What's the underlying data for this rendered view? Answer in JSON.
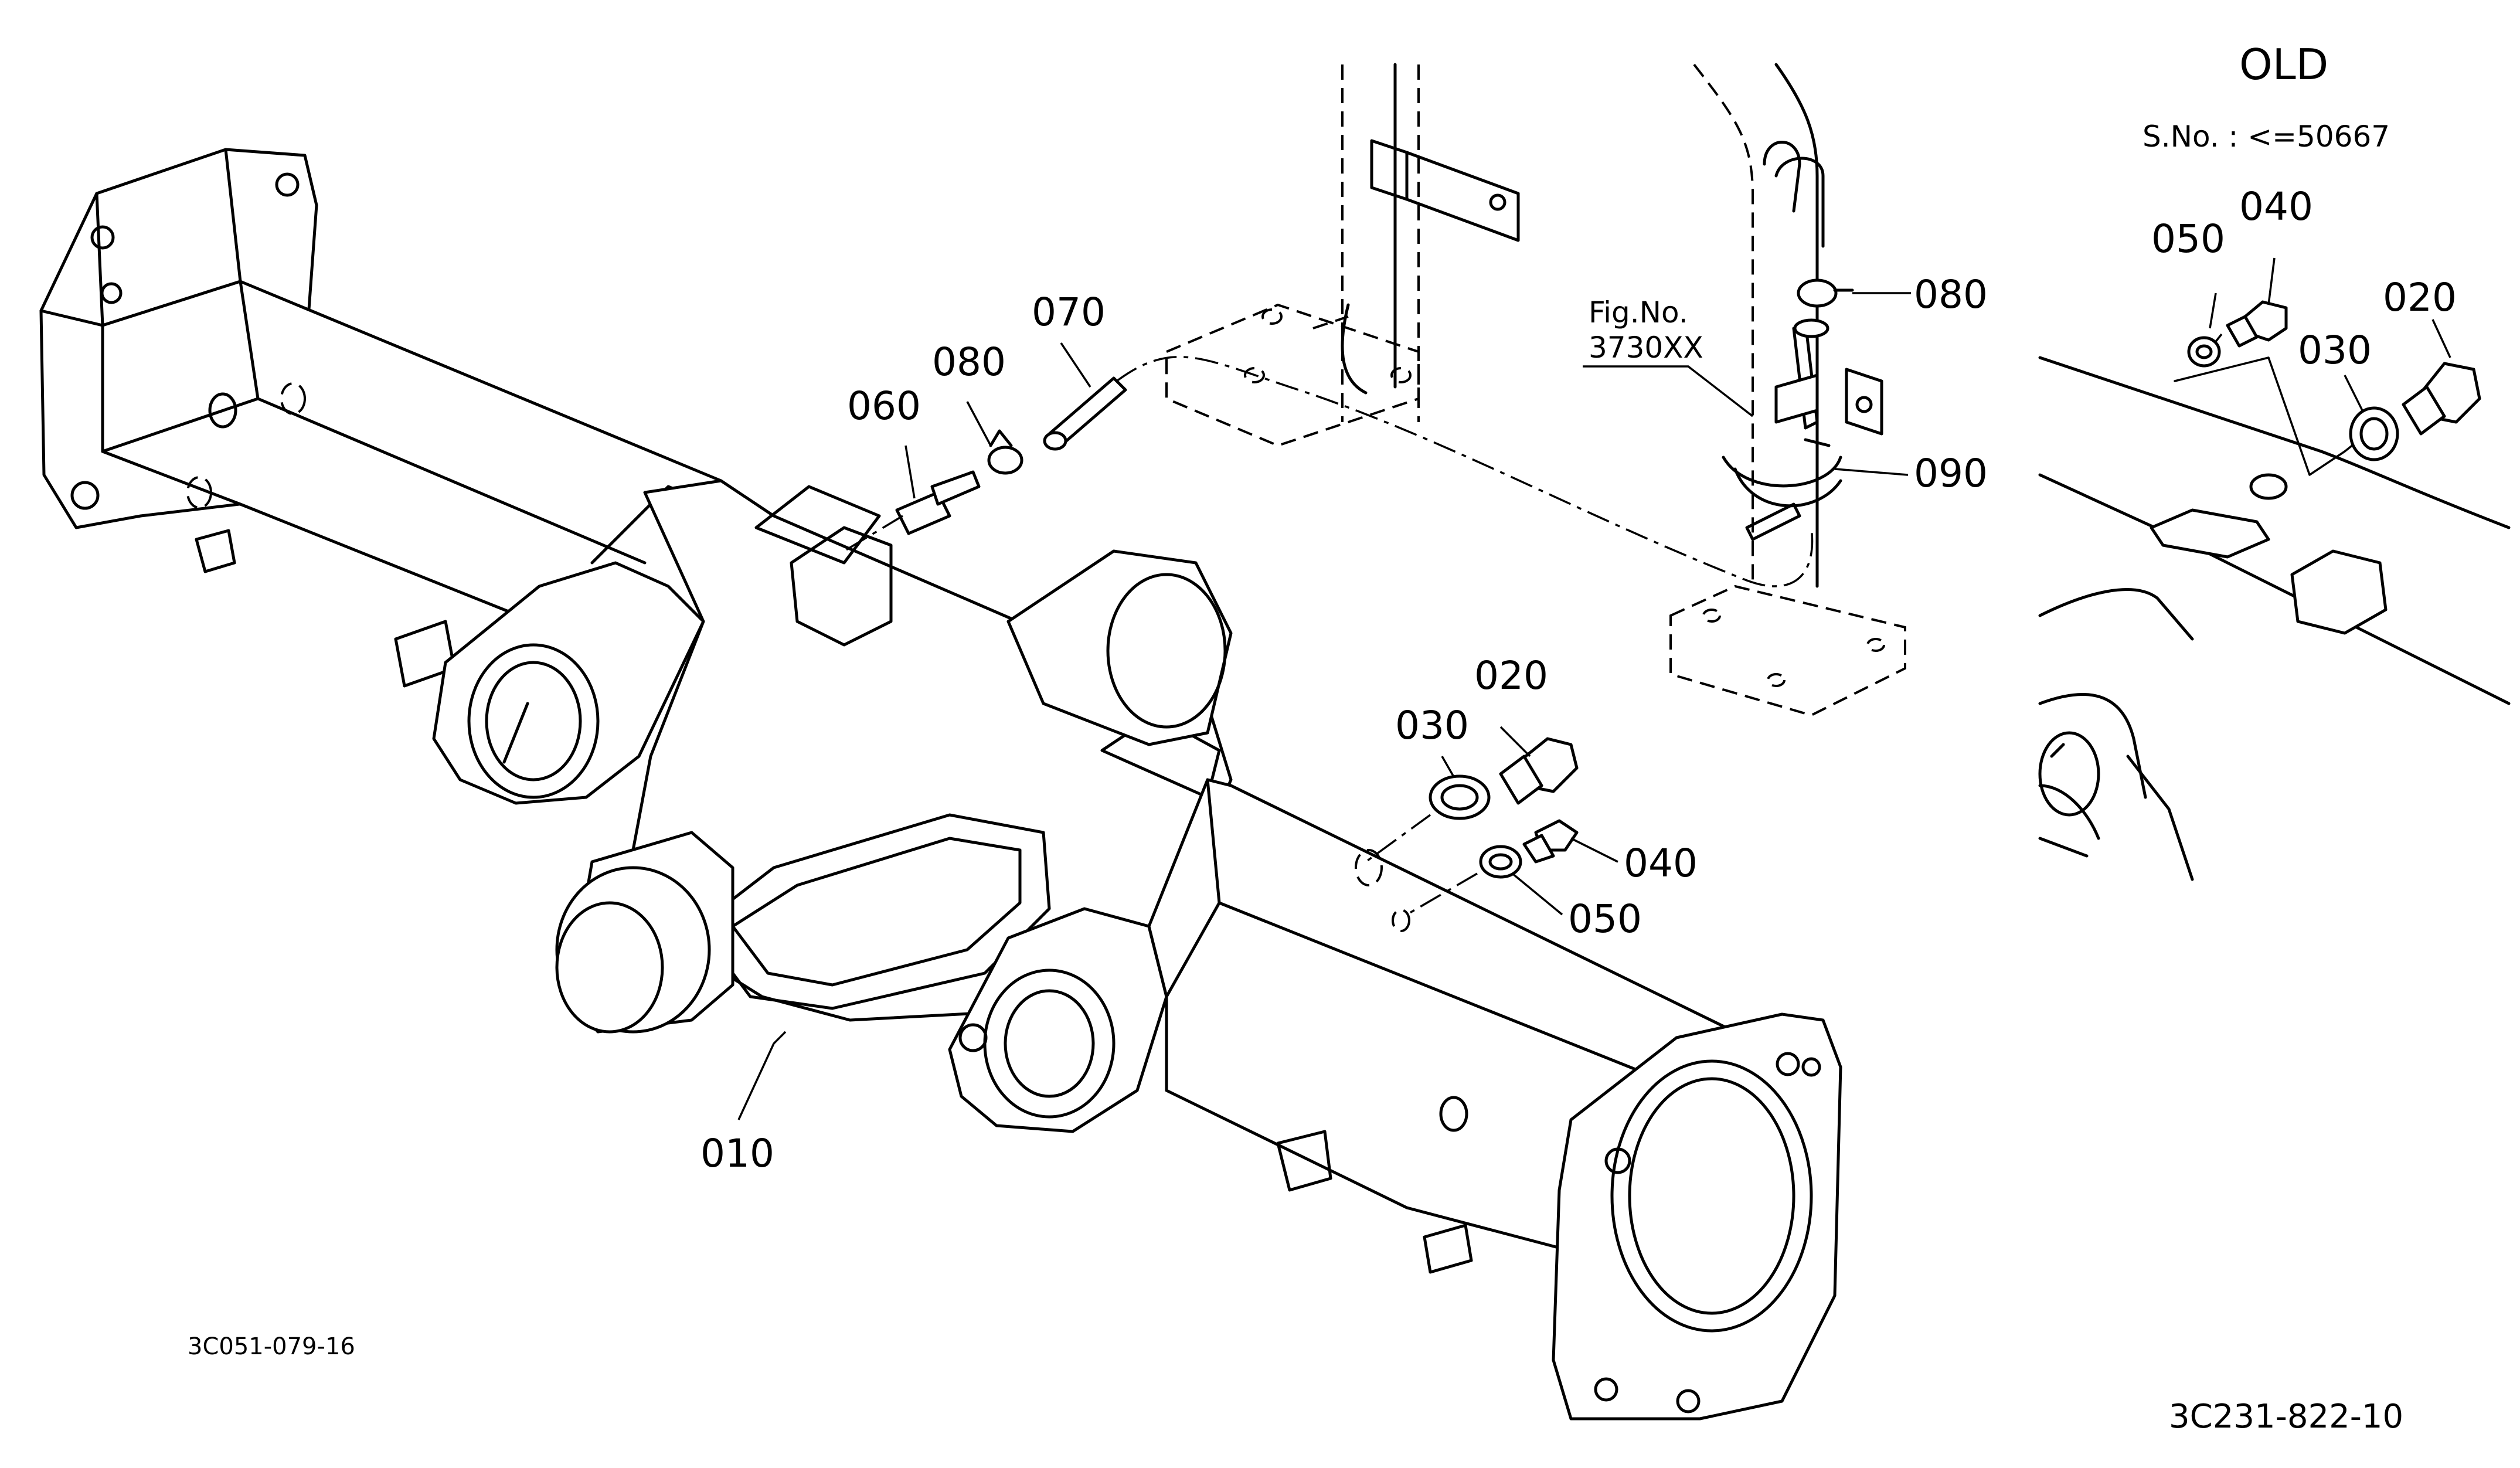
{
  "diagram": {
    "callouts": {
      "p010": "010",
      "p020": "020",
      "p030": "030",
      "p040": "040",
      "p050": "050",
      "p060": "060",
      "p070": "070",
      "p080a": "080",
      "p080b": "080",
      "p090": "090"
    },
    "fig_ref": {
      "line1": "Fig.No.",
      "line2": "3730XX"
    },
    "inset": {
      "title": "OLD",
      "serial": "S.No. : <=50667",
      "p020": "020",
      "p030": "030",
      "p040": "040",
      "p050": "050"
    },
    "codes": {
      "left": "3C051-079-16",
      "right": "3C231-822-10"
    }
  }
}
